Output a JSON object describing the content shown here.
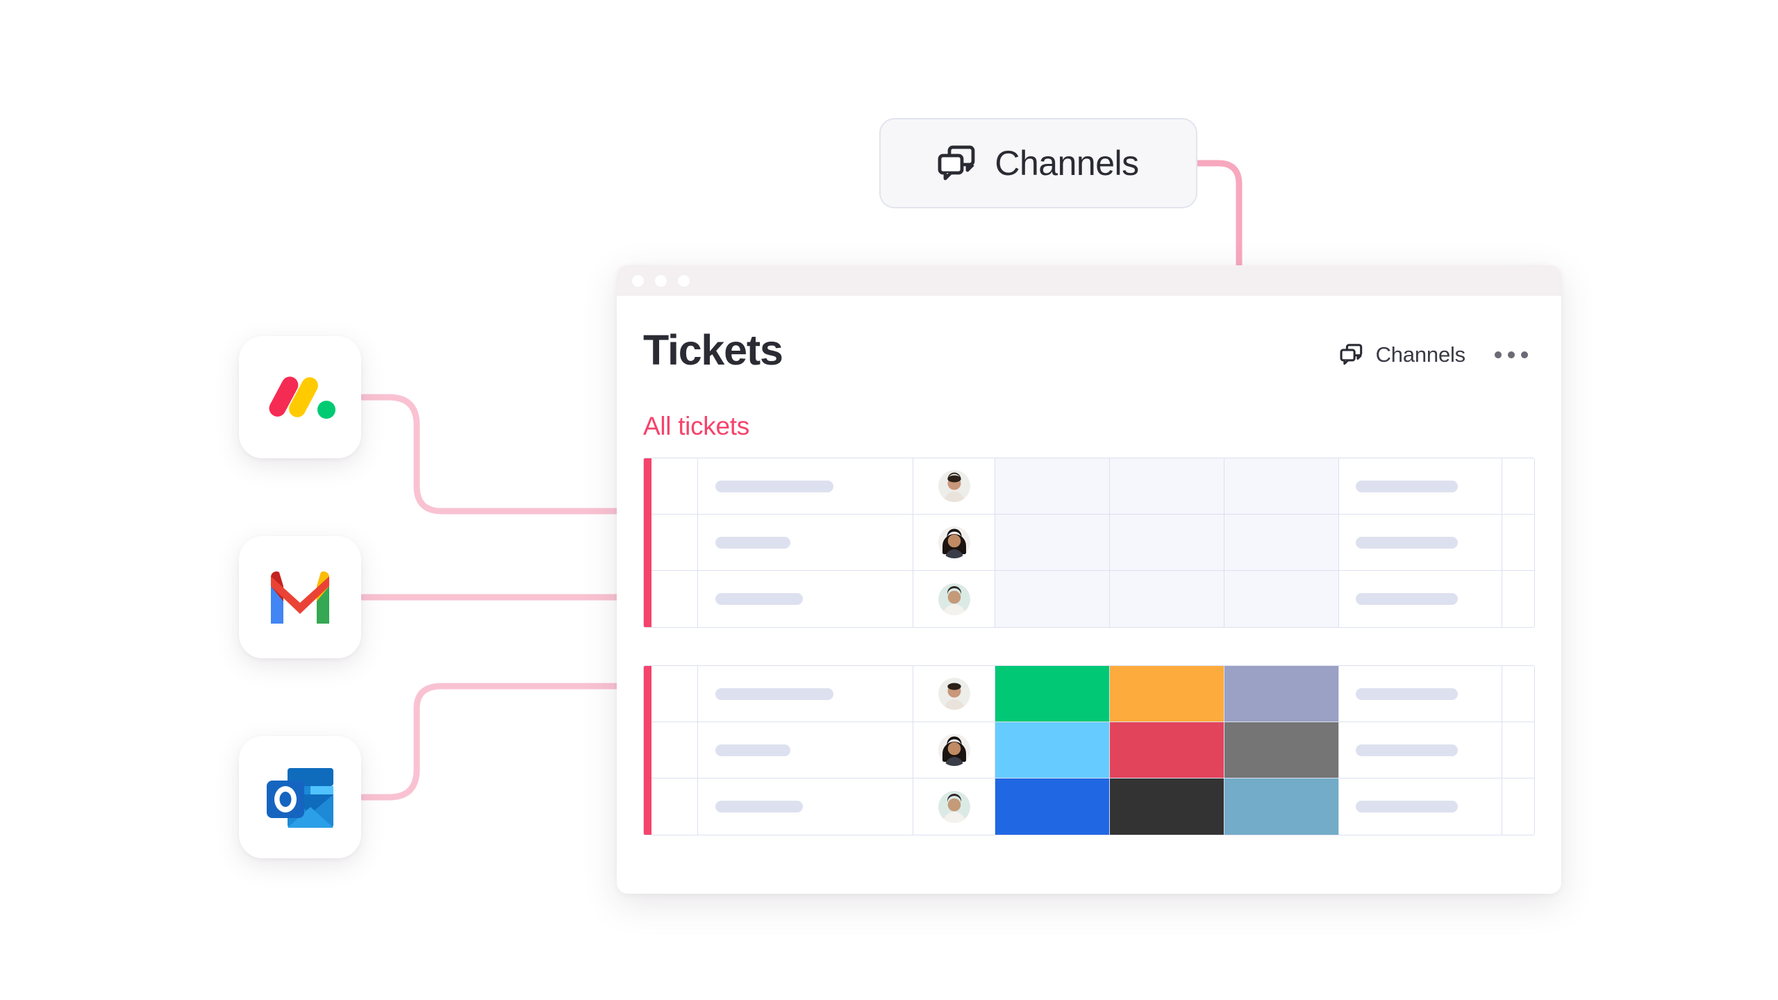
{
  "badge": {
    "label": "Channels",
    "icon": "channels-chat-bubbles-icon"
  },
  "window": {
    "chrome_dots": [
      "dot-1",
      "dot-2",
      "dot-3"
    ],
    "title": "Tickets",
    "header_chip": {
      "label": "Channels",
      "icon": "channels-chat-bubbles-icon"
    },
    "more_menu": {
      "label": "...",
      "icon": "more-horizontal-icon"
    },
    "group_title": "All tickets"
  },
  "table": {
    "groups": [
      {
        "name": "All tickets",
        "accent_color": "#F6436C",
        "rows": [
          {
            "name_bar": "placeholder-long",
            "avatar": "avatar-person-1",
            "status1": "",
            "status2": "",
            "status3": "",
            "tail_bar": "placeholder-tail"
          },
          {
            "name_bar": "placeholder-medium",
            "avatar": "avatar-person-2",
            "status1": "",
            "status2": "",
            "status3": "",
            "tail_bar": "placeholder-tail"
          },
          {
            "name_bar": "placeholder-short",
            "avatar": "avatar-person-3",
            "status1": "",
            "status2": "",
            "status3": "",
            "tail_bar": "placeholder-tail"
          }
        ]
      },
      {
        "name": "colored-group",
        "accent_color": "#F6436C",
        "rows": [
          {
            "name_bar": "placeholder-long",
            "avatar": "avatar-person-1",
            "status1": "#00C875",
            "status2": "#FDAB3D",
            "status3": "#9AA1C4",
            "tail_bar": "placeholder-tail"
          },
          {
            "name_bar": "placeholder-medium",
            "avatar": "avatar-person-2",
            "status1": "#66CCFF",
            "status2": "#E2445C",
            "status3": "#757575",
            "tail_bar": "placeholder-tail"
          },
          {
            "name_bar": "placeholder-short",
            "avatar": "avatar-person-3",
            "status1": "#2067E3",
            "status2": "#333333",
            "status3": "#73ACC8",
            "tail_bar": "placeholder-tail"
          }
        ]
      }
    ]
  },
  "integrations": [
    {
      "id": "monday",
      "name": "monday-logo"
    },
    {
      "id": "gmail",
      "name": "gmail-logo"
    },
    {
      "id": "outlook",
      "name": "outlook-logo"
    }
  ],
  "colors": {
    "accent_pink": "#F6436C",
    "connector_pink": "#F7A8BE",
    "pulse_pink": "#FF0F5B",
    "chrome_bar": "#F4EFF0",
    "grid_line": "#DCE0F0",
    "placeholder_bar": "#DDE1EF",
    "empty_cell": "#F5F7FC",
    "text_dark": "#2B2B34",
    "status_green": "#00C875",
    "status_orange": "#FDAB3D",
    "status_purple": "#9AA1C4",
    "status_lightblue": "#66CCFF",
    "status_crimson": "#E2445C",
    "status_gray": "#757575",
    "status_blue": "#2067E3",
    "status_dark": "#333333",
    "status_steelblue": "#73ACC8"
  }
}
